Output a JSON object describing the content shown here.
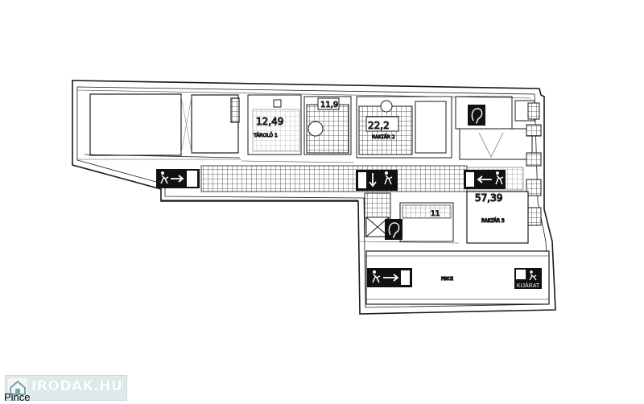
{
  "plan": {
    "room_notes": {
      "room1": "12,49",
      "room1_sub": "TÁROLÓ 1",
      "room2": "11,9",
      "room3": "22,2",
      "room3_sub": "RAKTÁR 2",
      "room4": "57,39",
      "room4_sub": "RAKTÁR 3",
      "lower_right": "11",
      "bottom_hall": "PINCE"
    },
    "exit_label": "KIJÁRAT",
    "colors": {
      "line": "#1a1a1a",
      "sign_bg": "#111111",
      "sign_fg": "#ffffff",
      "hatch": "#555555"
    }
  },
  "watermark": {
    "text": "IRODAK.HU",
    "icon": "house-icon"
  },
  "caption": "Pince"
}
